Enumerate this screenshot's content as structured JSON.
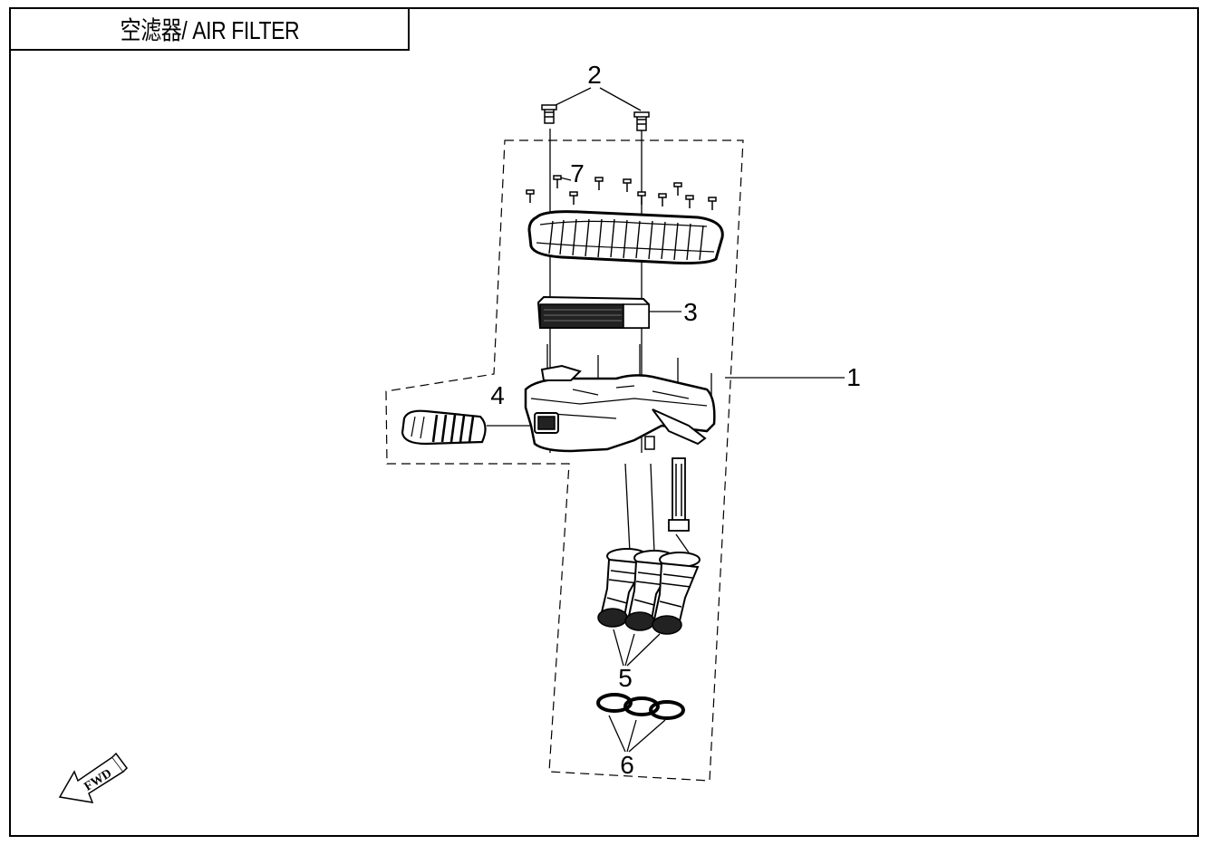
{
  "title": "空滤器/ AIR FILTER",
  "callouts": {
    "c1": "1",
    "c2": "2",
    "c3": "3",
    "c4": "4",
    "c5": "5",
    "c6": "6",
    "c7": "7"
  },
  "fwd_label": "FWD"
}
